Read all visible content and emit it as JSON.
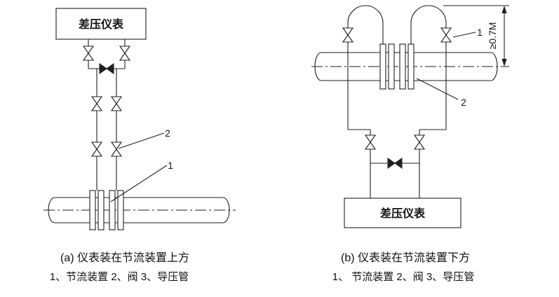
{
  "figure": {
    "left": {
      "instrument_label": "差压仪表",
      "callout_upper": "2",
      "callout_lower": "1",
      "caption": "(a) 仪表装在节流装置上方",
      "legend": "1、节流装置 2、阀 3、导压管"
    },
    "right": {
      "instrument_label": "差压仪表",
      "callout_upper": "1",
      "callout_lower": "2",
      "dimension_label": "≥0.7M",
      "caption": "(b) 仪表装在节流装置下方",
      "legend": "1、 节流装置 2、阀 3、导压管"
    },
    "colors": {
      "line": "#1f1f1f",
      "background": "#ffffff"
    }
  }
}
